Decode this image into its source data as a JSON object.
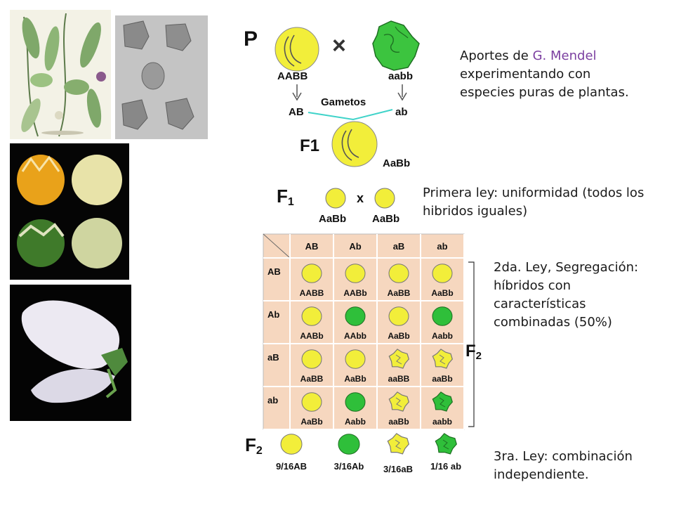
{
  "notes": {
    "aportes_prefix": "Aportes de ",
    "mendel_name": "G. Mendel",
    "aportes_rest": "experimentando con especies puras de plantas.",
    "primera_ley": "Primera ley: uniformidad (todos los hibridos iguales)",
    "segunda_ley": "2da. Ley, Segregación: híbridos con características combinadas (50%)",
    "tercera_ley": "3ra. Ley: combinación independiente."
  },
  "cross": {
    "p_label": "P",
    "x_symbol": "×",
    "parent1_genotype": "AABB",
    "parent2_genotype": "aabb",
    "gametes_label": "Gametos",
    "gamete1": "AB",
    "gamete2": "ab",
    "f1_label": "F1",
    "f1_genotype": "AaBb"
  },
  "f1_cross": {
    "f1_label": "F",
    "f1_sub": "1",
    "x_symbol": "x",
    "left_genotype": "AaBb",
    "right_genotype": "AaBb"
  },
  "punnett": {
    "col_headers": [
      "AB",
      "Ab",
      "aB",
      "ab"
    ],
    "row_headers": [
      "AB",
      "Ab",
      "aB",
      "ab"
    ],
    "cells": [
      [
        "AABB",
        "AABb",
        "AaBB",
        "AaBb"
      ],
      [
        "AABb",
        "AAbb",
        "AaBb",
        "Aabb"
      ],
      [
        "AaBB",
        "AaBb",
        "aaBB",
        "aaBb"
      ],
      [
        "AaBb",
        "Aabb",
        "aaBb",
        "aabb"
      ]
    ],
    "f2_label": "F",
    "f2_sub": "2"
  },
  "ratios": {
    "f2_label": "F",
    "f2_sub": "2",
    "items": [
      "9/16AB",
      "3/16Ab",
      "3/16aB",
      "1/16 ab"
    ]
  },
  "colors": {
    "yellow": "#f2ee3a",
    "green": "#2fbf3a",
    "grid_bg": "#f6d7bf",
    "arrow_cyan": "#3fd3c9",
    "mendel_purple": "#7b3fa0"
  }
}
